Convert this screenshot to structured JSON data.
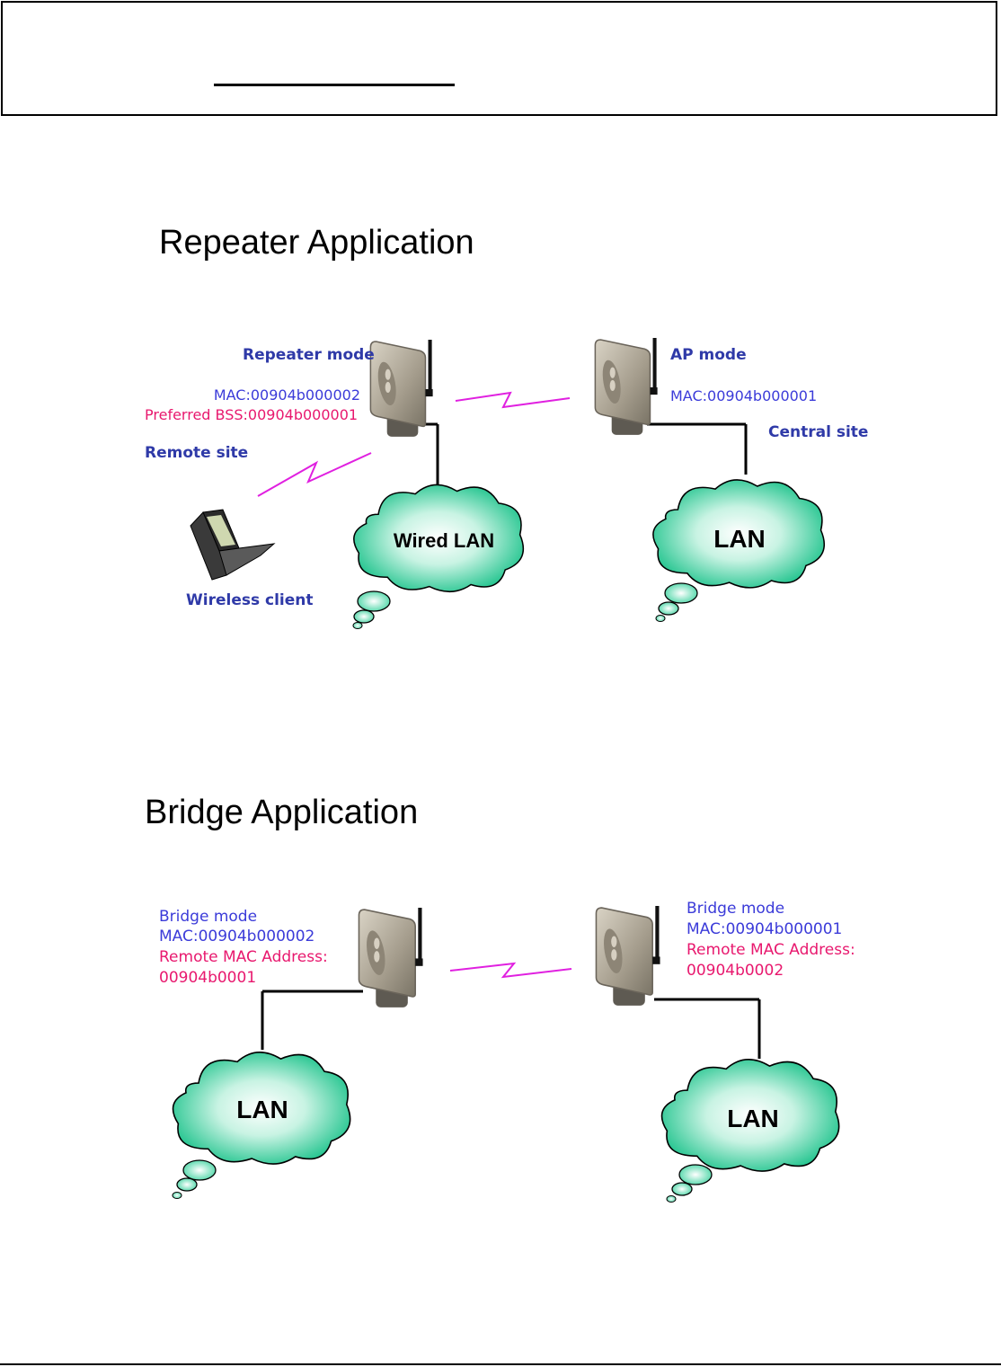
{
  "repeater": {
    "title": "Repeater Application",
    "repeater_mode_label": "Repeater mode",
    "repeater_mac": "MAC:00904b000002",
    "preferred_bss": "Preferred BSS:00904b000001",
    "remote_site_label": "Remote site",
    "wireless_client_label": "Wireless client",
    "wired_lan_label": "Wired LAN",
    "ap_mode_label": "AP mode",
    "ap_mac": "MAC:00904b000001",
    "central_site_label": "Central site",
    "lan_label": "LAN"
  },
  "bridge": {
    "title": "Bridge Application",
    "left": {
      "mode": "Bridge mode",
      "mac": "MAC:00904b000002",
      "remote_mac_label": "Remote MAC Address:",
      "remote_mac_value": "00904b0001",
      "lan_label": "LAN"
    },
    "right": {
      "mode": "Bridge mode",
      "mac": "MAC:00904b000001",
      "remote_mac_label": "Remote MAC Address:",
      "remote_mac_value": "00904b0002",
      "lan_label": "LAN"
    }
  },
  "colors": {
    "label_blue": "#3b3bd9",
    "label_pink": "#e8186e",
    "cloud_green": "#2fcf9a",
    "wireless_link": "#e020e0"
  }
}
